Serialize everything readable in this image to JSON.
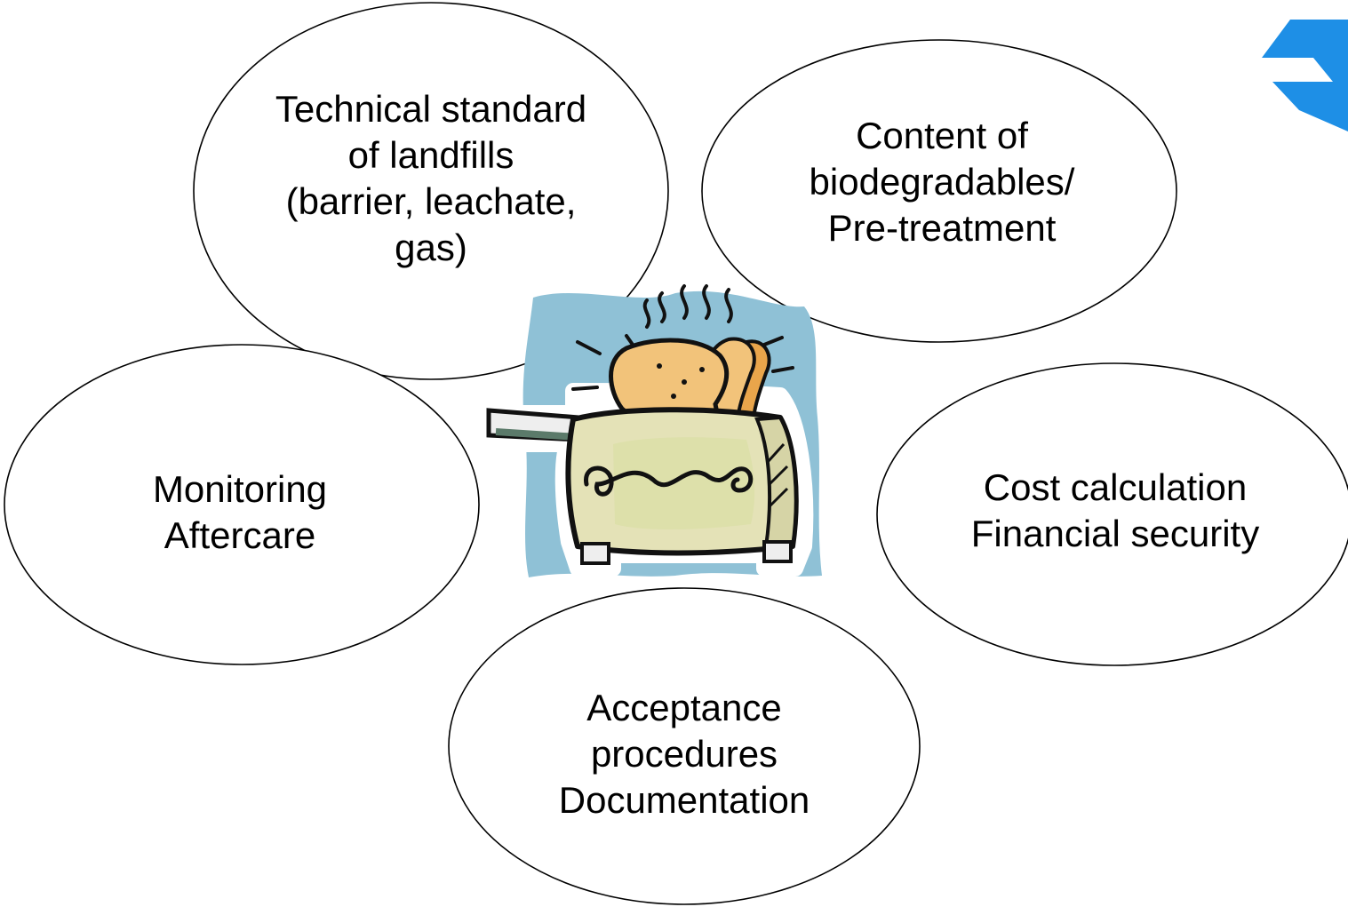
{
  "colors": {
    "background": "#ffffff",
    "bubble_stroke": "#000000",
    "text": "#000000",
    "logo": "#1e8fe6",
    "clipart_backdrop": "#8fc1d6",
    "toaster_body": "#e4e2b7",
    "toast": "#f2c37a"
  },
  "diagram": {
    "center_image": {
      "icon": "toaster-icon"
    },
    "logo": {
      "icon": "logo-arrow-icon"
    },
    "nodes": [
      {
        "id": "technical",
        "lines": [
          "Technical standard",
          "of landfills",
          "(barrier, leachate,",
          "gas)"
        ]
      },
      {
        "id": "biodegradables",
        "lines": [
          "Content of",
          "biodegradables/",
          "Pre-treatment"
        ]
      },
      {
        "id": "monitoring",
        "lines": [
          "Monitoring",
          "Aftercare"
        ]
      },
      {
        "id": "cost",
        "lines": [
          "Cost calculation",
          "Financial security"
        ]
      },
      {
        "id": "acceptance",
        "lines": [
          "Acceptance",
          "procedures",
          "Documentation"
        ]
      }
    ]
  }
}
